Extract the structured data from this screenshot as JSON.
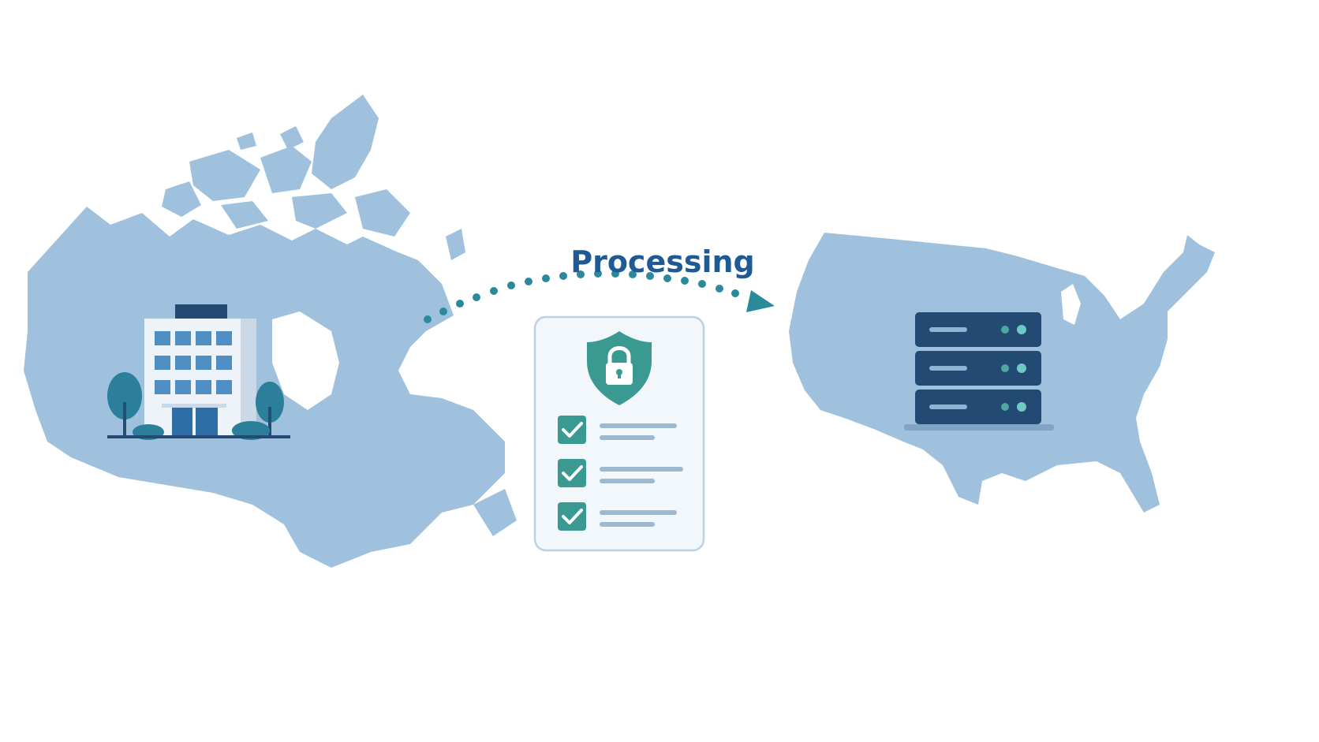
{
  "diagram": {
    "label": "Processing",
    "colors": {
      "map": "#9fc1dd",
      "label": "#1f5a94",
      "arrow": "#2a8a9c",
      "shield": "#3a9a92",
      "check": "#3a9a92",
      "server": "#234a72",
      "server_light": "#6fc8c3"
    },
    "icons": [
      "canada-map",
      "office-building-icon",
      "tree-icon",
      "dotted-arrow",
      "security-checklist-icon",
      "shield-lock-icon",
      "usa-map",
      "server-rack-icon"
    ]
  }
}
